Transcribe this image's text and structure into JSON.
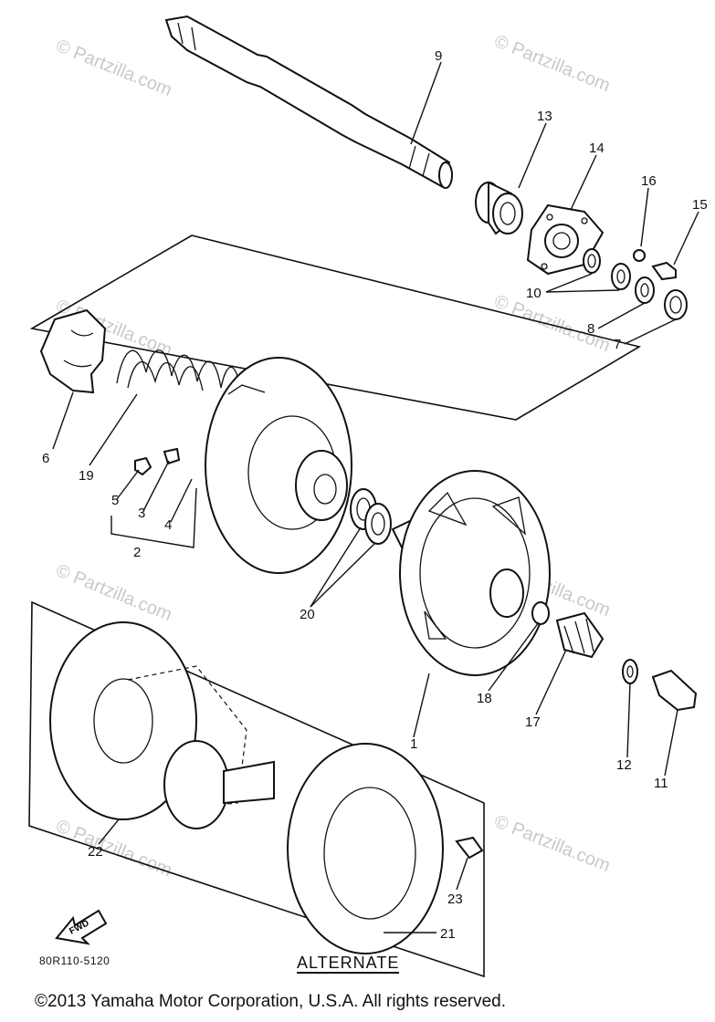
{
  "diagram": {
    "callouts": [
      "9",
      "13",
      "14",
      "16",
      "15",
      "10",
      "8",
      "7",
      "6",
      "19",
      "5",
      "3",
      "4",
      "2",
      "20",
      "18",
      "17",
      "12",
      "11",
      "1",
      "22",
      "23",
      "21"
    ],
    "watermark": "© Partzilla.com",
    "fwd_label": "FWD",
    "code": "80R110-5120",
    "alternate_label": "ALTERNATE"
  },
  "footer": {
    "copyright": "©2013  Yamaha Motor Corporation, U.S.A. All rights reserved."
  }
}
